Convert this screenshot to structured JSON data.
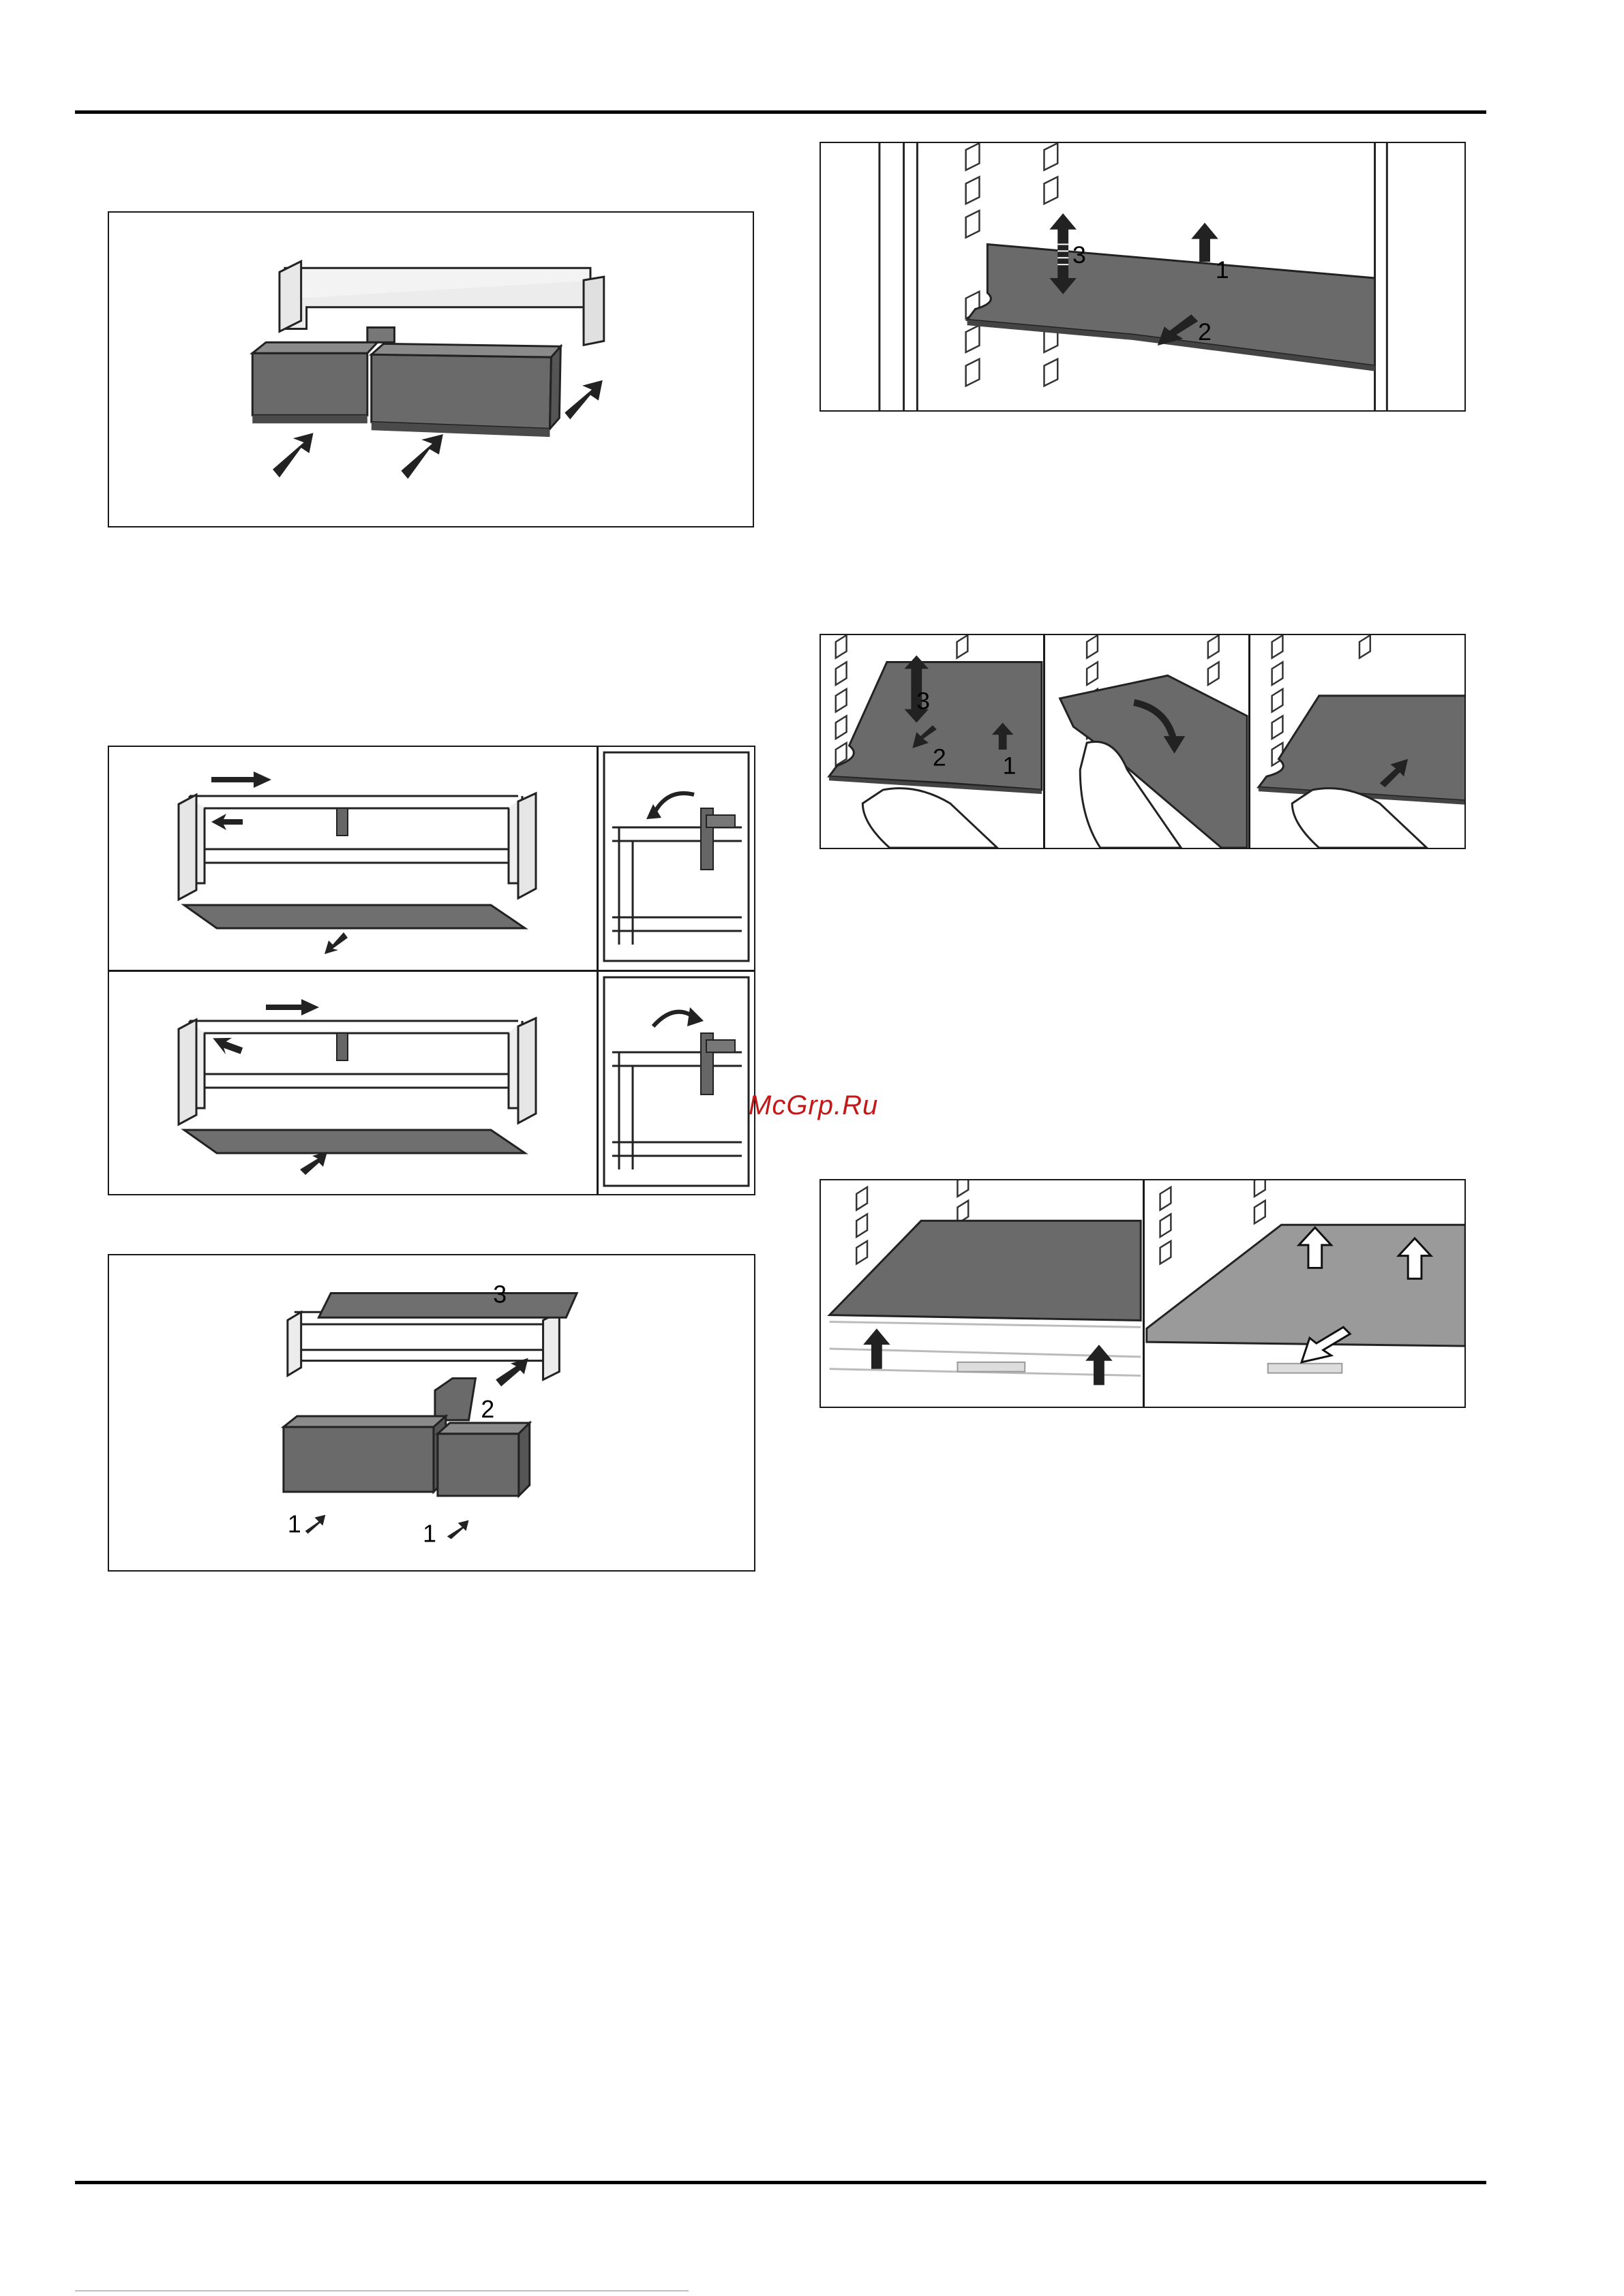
{
  "watermark": "McGrp.Ru",
  "figures": {
    "drawer_insert": {
      "icon": "drawer-insert-illustration"
    },
    "drawer_frame_shift_left": {
      "icon": "frame-shift-left-illustration"
    },
    "drawer_frame_detail_back": {
      "icon": "frame-detail-tilt-back-icon"
    },
    "drawer_frame_shift_right": {
      "icon": "frame-shift-right-illustration"
    },
    "drawer_frame_detail_forward": {
      "icon": "frame-detail-tilt-forward-icon"
    },
    "drawer_removal": {
      "icon": "drawer-removal-illustration",
      "labels": {
        "drawer_1": "1",
        "drawer_2": "1",
        "stopper": "2",
        "cover": "3"
      }
    },
    "shelf_removal": {
      "icon": "shelf-removal-illustration",
      "labels": {
        "lift": "1",
        "pull": "2",
        "height": "3"
      }
    },
    "shelf_hand_steps": {
      "icon": "shelf-hand-steps-illustration",
      "labels": {
        "lift": "1",
        "pull": "2",
        "height": "3"
      }
    },
    "glass_plate_steps": {
      "icon": "glass-plate-steps-illustration"
    }
  },
  "colors": {
    "shelf_dark": "#6a6a6a",
    "shelf_light": "#9a9a9a",
    "line": "#1a1a1a",
    "watermark": "#c21818"
  }
}
